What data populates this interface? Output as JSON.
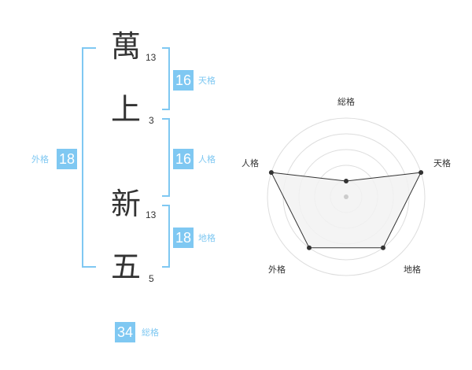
{
  "name_chars": [
    {
      "char": "萬",
      "strokes": "13"
    },
    {
      "char": "上",
      "strokes": "3"
    },
    {
      "char": "新",
      "strokes": "13"
    },
    {
      "char": "五",
      "strokes": "5"
    }
  ],
  "fortunes": {
    "tenkaku": {
      "value": "16",
      "label": "天格"
    },
    "jinkaku": {
      "value": "16",
      "label": "人格"
    },
    "chikaku": {
      "value": "18",
      "label": "地格"
    },
    "gaikaku": {
      "value": "18",
      "label": "外格"
    },
    "soukaku": {
      "value": "34",
      "label": "総格"
    }
  },
  "chart_data": {
    "type": "radar",
    "axes": [
      "総格",
      "天格",
      "地格",
      "外格",
      "人格"
    ],
    "values": [
      1,
      5,
      4,
      4,
      5
    ],
    "max": 5,
    "rings": 5,
    "colors": {
      "line": "#333333",
      "fill": "#f2f2f2",
      "grid": "#dddddd",
      "accent": "#7fc8f2"
    }
  }
}
